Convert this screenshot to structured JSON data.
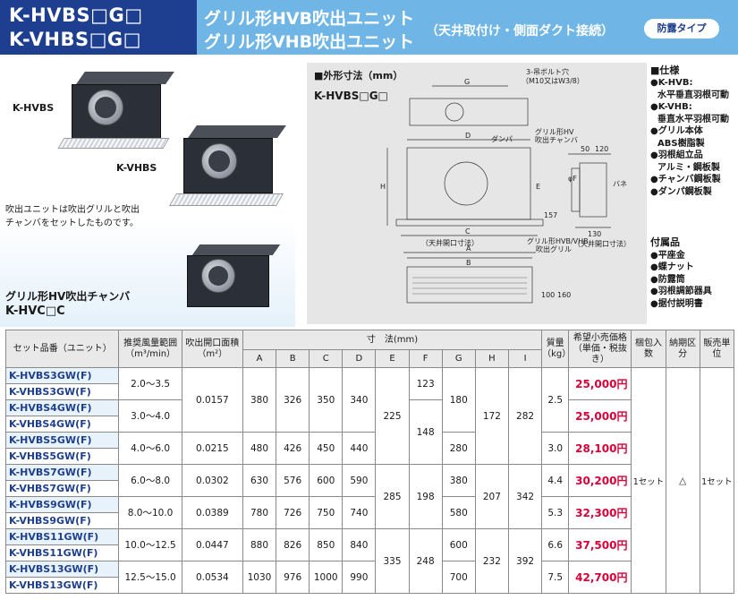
{
  "header": {
    "models": [
      "K-HVBS□G□",
      "K-VHBS□G□"
    ],
    "title1": "グリル形HVB吹出ユニット",
    "title2": "グリル形VHB吹出ユニット",
    "subtitle": "（天井取付け・側面ダクト接続）",
    "badge": "防露タイプ"
  },
  "photos": {
    "label_hvbs": "K-HVBS",
    "label_vhbs": "K-VHBS",
    "note_line1": "吹出ユニットは吹出グリルと吹出",
    "note_line2": "チャンバをセットしたものです。",
    "chamber_title": "グリル形HV吹出チャンバ",
    "chamber_model": "K-HVC□C"
  },
  "drawing": {
    "title": "■外形寸法（mm）",
    "model": "K-HVBS□G□",
    "labels": {
      "bolt1": "3-吊ボルト穴",
      "bolt2": "（M10又はW3/8）",
      "G": "G",
      "D": "D",
      "damper": "ダンパ",
      "chamber1": "グリル形HV",
      "chamber2": "吹出チャンバ",
      "dim50": "50",
      "dim120": "120",
      "phiF": "φF",
      "E": "E",
      "H": "H",
      "spring": "バネ",
      "dim157": "157",
      "C": "C",
      "ceiling_c": "（天井開口寸法）",
      "grille1": "グリル形HVB/VHB",
      "grille2": "吹出グリル",
      "dim130": "130",
      "ceiling_130": "（天井開口寸法）",
      "A": "A",
      "B": "B",
      "dim100": "100",
      "dim160": "160"
    }
  },
  "spec": {
    "heading": "■仕様",
    "items": [
      {
        "text": "●K-HVB:",
        "indent": false
      },
      {
        "text": "水平垂直羽根可動",
        "indent": true
      },
      {
        "text": "●K-VHB:",
        "indent": false
      },
      {
        "text": "垂直水平羽根可動",
        "indent": true
      },
      {
        "text": "●グリル本体",
        "indent": false
      },
      {
        "text": "ABS樹脂製",
        "indent": true
      },
      {
        "text": "●羽根組立品",
        "indent": false
      },
      {
        "text": "アルミ・鋼板製",
        "indent": true
      },
      {
        "text": "●チャンバ鋼板製",
        "indent": false
      },
      {
        "text": "●ダンパ鋼板製",
        "indent": false
      }
    ]
  },
  "accessories": {
    "heading": "付属品",
    "items": [
      "●平座金",
      "●蝶ナット",
      "●防露筒",
      "●羽根調節器具",
      "●据付説明書"
    ]
  },
  "table": {
    "headers": {
      "model": "セット品番（ユニット）",
      "airflow": "推奨風量範囲（m³/min）",
      "area": "吹出開口面積（m²）",
      "dims": "寸　法(mm)",
      "dim_cols": [
        "A",
        "B",
        "C",
        "D",
        "E",
        "F",
        "G",
        "H",
        "I"
      ],
      "mass": "質量（kg）",
      "price": "希望小売価格（単価・税抜き）",
      "pack": "梱包入数",
      "delivery": "納期区分",
      "unit": "販売単位"
    },
    "models": [
      "K-HVBS3GW(F)",
      "K-VHBS3GW(F)",
      "K-HVBS4GW(F)",
      "K-VHBS4GW(F)",
      "K-HVBS5GW(F)",
      "K-VHBS5GW(F)",
      "K-HVBS7GW(F)",
      "K-VHBS7GW(F)",
      "K-HVBS9GW(F)",
      "K-VHBS9GW(F)",
      "K-HVBS11GW(F)",
      "K-VHBS11GW(F)",
      "K-HVBS13GW(F)",
      "K-VHBS13GW(F)"
    ],
    "groups": [
      {
        "airflow": "2.0～3.5",
        "A": "380",
        "B": "326",
        "C": "350",
        "D": "340",
        "price": "25,000円"
      },
      {
        "airflow": "3.0～4.0",
        "price": "25,000円"
      },
      {
        "airflow": "4.0～6.0",
        "area": "0.0215",
        "A": "480",
        "B": "426",
        "C": "450",
        "D": "440",
        "G": "280",
        "mass": "3.0",
        "price": "28,100円"
      },
      {
        "airflow": "6.0～8.0",
        "area": "0.0302",
        "A": "630",
        "B": "576",
        "C": "600",
        "D": "590",
        "G": "380",
        "mass": "4.4",
        "price": "30,200円"
      },
      {
        "airflow": "8.0～10.0",
        "area": "0.0389",
        "A": "780",
        "B": "726",
        "C": "750",
        "D": "740",
        "G": "580",
        "mass": "5.3",
        "price": "32,300円"
      },
      {
        "airflow": "10.0～12.5",
        "area": "0.0447",
        "A": "880",
        "B": "826",
        "C": "850",
        "D": "840",
        "G": "600",
        "mass": "6.6",
        "price": "37,500円"
      },
      {
        "airflow": "12.5～15.0",
        "area": "0.0534",
        "A": "1030",
        "B": "976",
        "C": "1000",
        "D": "990",
        "G": "700",
        "mass": "7.5",
        "price": "42,700円"
      }
    ],
    "area_34": "0.0157",
    "mass_34": "2.5",
    "G_34": "180",
    "F_3": "123",
    "F_45": "148",
    "E_345": "225",
    "H_345": "172",
    "I_345": "282",
    "E_79": "285",
    "F_79": "198",
    "H_79": "207",
    "I_79": "342",
    "E_1113": "335",
    "F_1113": "248",
    "H_1113": "232",
    "I_1113": "392",
    "pack": "1セット",
    "delivery": "△",
    "unit": "1セット"
  }
}
